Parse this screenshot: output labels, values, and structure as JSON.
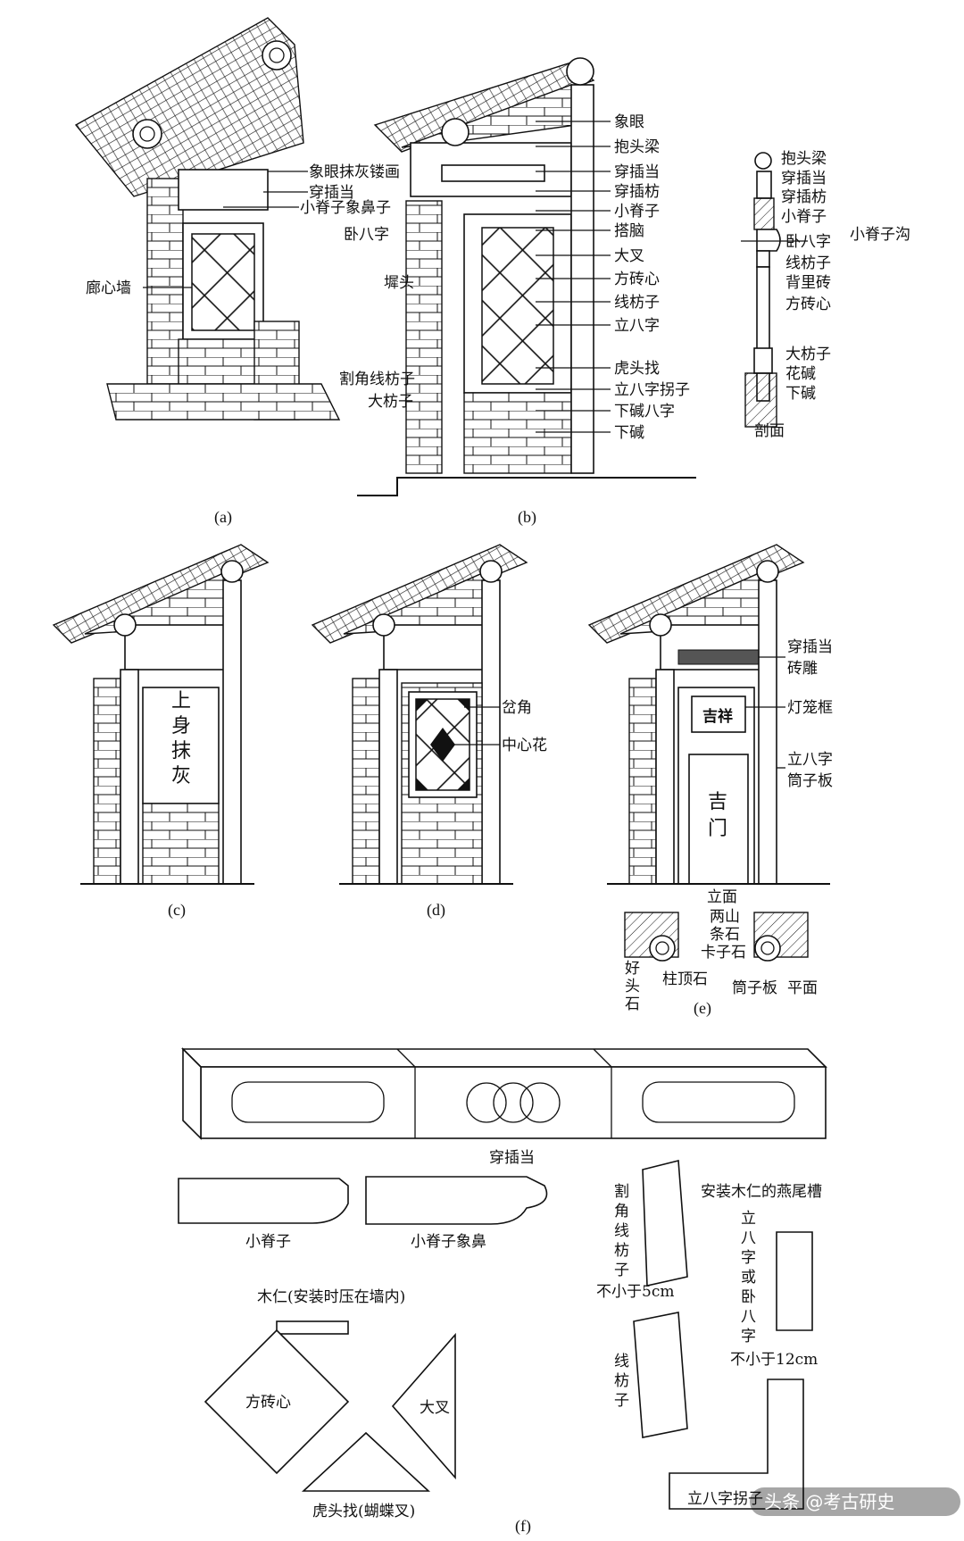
{
  "panel_a": {
    "caption": "(a)",
    "labels": [
      "象眼抹灰镂画",
      "穿插当",
      "小脊子象鼻子",
      "廊心墙"
    ]
  },
  "panel_b": {
    "caption": "(b)",
    "labels_right": [
      "象眼",
      "抱头梁",
      "穿插当",
      "穿插枋",
      "小脊子",
      "搭脑",
      "大叉",
      "方砖心",
      "线枋子",
      "立八字",
      "虎头找",
      "立八字拐子",
      "下碱八字",
      "下碱"
    ],
    "labels_left": [
      "卧八字",
      "墀头",
      "割角线枋子",
      "大枋子"
    ]
  },
  "section": {
    "labels": [
      "抱头梁",
      "穿插当",
      "穿插枋",
      "小脊子",
      "小脊子沟",
      "卧八字",
      "线枋子",
      "背里砖",
      "方砖心",
      "大枋子",
      "花碱",
      "下碱"
    ],
    "caption": "剖面"
  },
  "panel_c": {
    "caption": "(c)",
    "text": [
      "上",
      "身",
      "抹",
      "灰"
    ]
  },
  "panel_d": {
    "caption": "(d)",
    "labels": [
      "岔角",
      "中心花"
    ]
  },
  "panel_e": {
    "caption": "(e)",
    "labels": [
      "穿插当",
      "砖雕",
      "灯笼框",
      "立八字",
      "筒子板"
    ],
    "door_text": [
      "吉",
      "门"
    ],
    "plaque_text": "吉祥",
    "elevation": "立面",
    "plan_labels": [
      "两山",
      "条石",
      "卡子石",
      "柱顶石",
      "筒子板",
      "平面"
    ],
    "plan_left": [
      "好",
      "头",
      "石"
    ]
  },
  "panel_f": {
    "caption": "(f)",
    "beam_label": "穿插当",
    "ridge1": "小脊子",
    "ridge2": "小脊子象鼻",
    "wood_label": "木仁(安装时压在墙内)",
    "square": "方砖心",
    "daxia": "大叉",
    "hutou": "虎头找(蝴蝶叉)",
    "gejiao": [
      "割",
      "角",
      "线",
      "枋",
      "子"
    ],
    "gejiao_note": "不小于5cm",
    "dovetail": "安装木仁的燕尾槽",
    "liba": [
      "立",
      "八",
      "字",
      "或",
      "卧",
      "八",
      "字"
    ],
    "liba_note": "不小于12cm",
    "xianfang": [
      "线",
      "枋",
      "子"
    ],
    "guaizi": "立八字拐子"
  },
  "watermark": "头条 @考古研史"
}
